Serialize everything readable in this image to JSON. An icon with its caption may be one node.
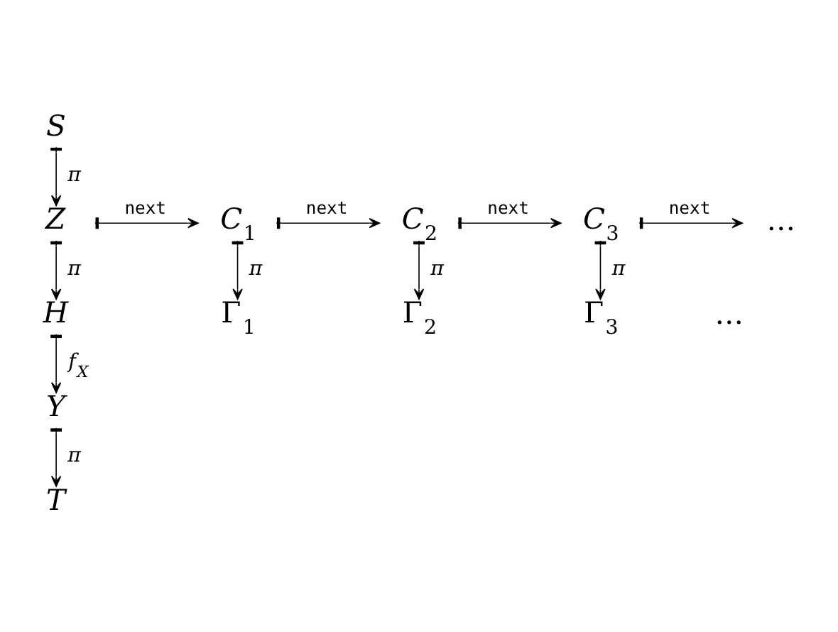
{
  "diagram": {
    "nodes": [
      {
        "text": [
          "S"
        ]
      },
      {
        "text": [
          "Z"
        ]
      },
      {
        "text": [
          "C$_{1}$"
        ]
      },
      {
        "text": [
          "C$_{2}$"
        ]
      },
      {
        "text": [
          "C$_{3}$"
        ]
      },
      {
        "text": [
          "…"
        ]
      },
      {
        "text": [
          "H"
        ]
      },
      {
        "text": [
          "Γ$_{1}$"
        ]
      },
      {
        "text": [
          "Γ$_{2}$"
        ]
      },
      {
        "text": [
          "Γ$_{3}$"
        ]
      },
      {
        "text": [
          "…"
        ]
      },
      {
        "text": [
          "Y"
        ]
      },
      {
        "text": [
          "T"
        ]
      }
    ],
    "edges": [
      {
        "from": 0,
        "to": 1,
        "arrow": "to",
        "label": "π"
      },
      {
        "from": 1,
        "to": 2,
        "arrow": "to",
        "label": "next"
      },
      {
        "from": 2,
        "to": 3,
        "arrow": "to",
        "label": "next"
      },
      {
        "from": 3,
        "to": 4,
        "arrow": "to",
        "label": "next"
      },
      {
        "from": 4,
        "to": 5,
        "arrow": "to",
        "label": "next"
      },
      {
        "from": 1,
        "to": 6,
        "arrow": "to",
        "label": "π"
      },
      {
        "from": 2,
        "to": 7,
        "arrow": "to",
        "label": "π"
      },
      {
        "from": 3,
        "to": 8,
        "arrow": "to",
        "label": "π"
      },
      {
        "from": 4,
        "to": 9,
        "arrow": "to",
        "label": "π"
      },
      {
        "from": 6,
        "to": 11,
        "arrow": "to",
        "label": "f$_{X}$"
      },
      {
        "from": 11,
        "to": 12,
        "arrow": "to",
        "label": "π"
      }
    ]
  }
}
